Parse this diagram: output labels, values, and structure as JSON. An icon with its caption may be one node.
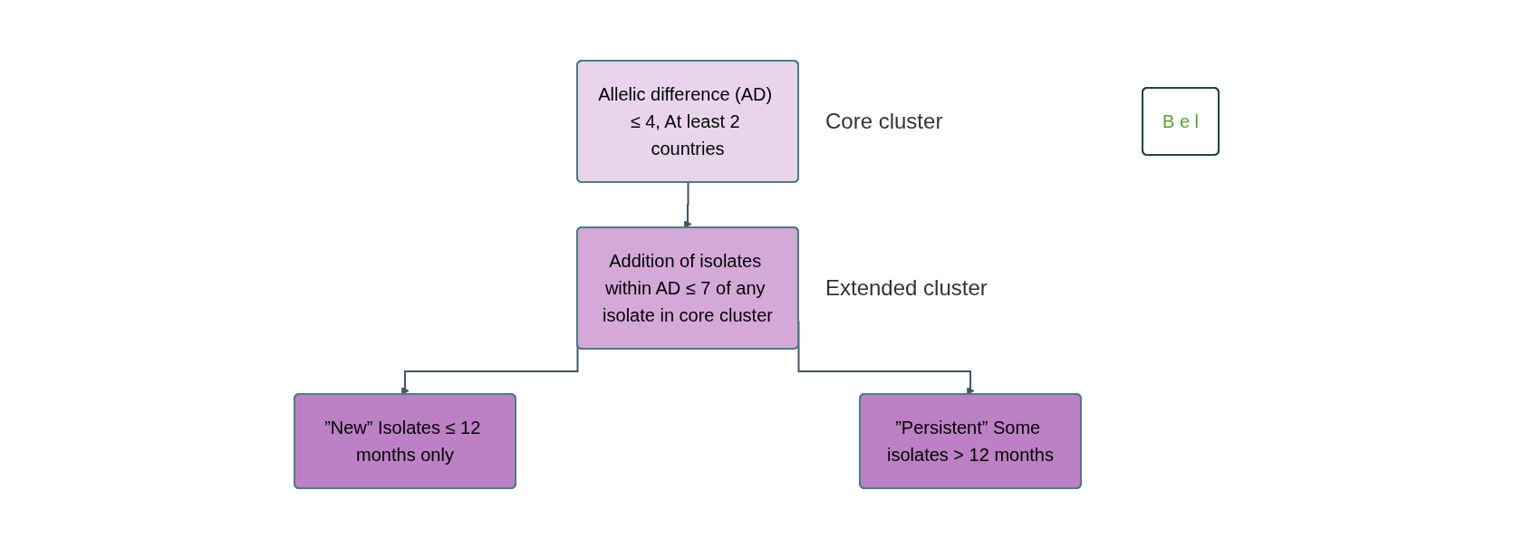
{
  "diagram": {
    "nodes": [
      {
        "text": [
          "Allelic difference (AD) ≤ 4, At least 2 countries"
        ],
        "beside": [
          "Core cluster"
        ]
      },
      {
        "text": [
          "Addition of isolates within AD ≤ 7 of any isolate in core cluster"
        ],
        "beside": [
          "Extended cluster"
        ]
      },
      {
        "text": [
          "”New” Isolates ≤ 12 months only"
        ]
      },
      {
        "text": [
          "”Persistent” Some isolates > 12 months"
        ]
      },
      {
        "text": [
          "B e l"
        ]
      }
    ],
    "edges": [
      {
        "from": 0,
        "to": 1,
        "arrow": "to"
      },
      {
        "from": 1,
        "to": 2,
        "arrow": "to"
      },
      {
        "from": 1,
        "to": 3,
        "arrow": "to"
      }
    ]
  }
}
